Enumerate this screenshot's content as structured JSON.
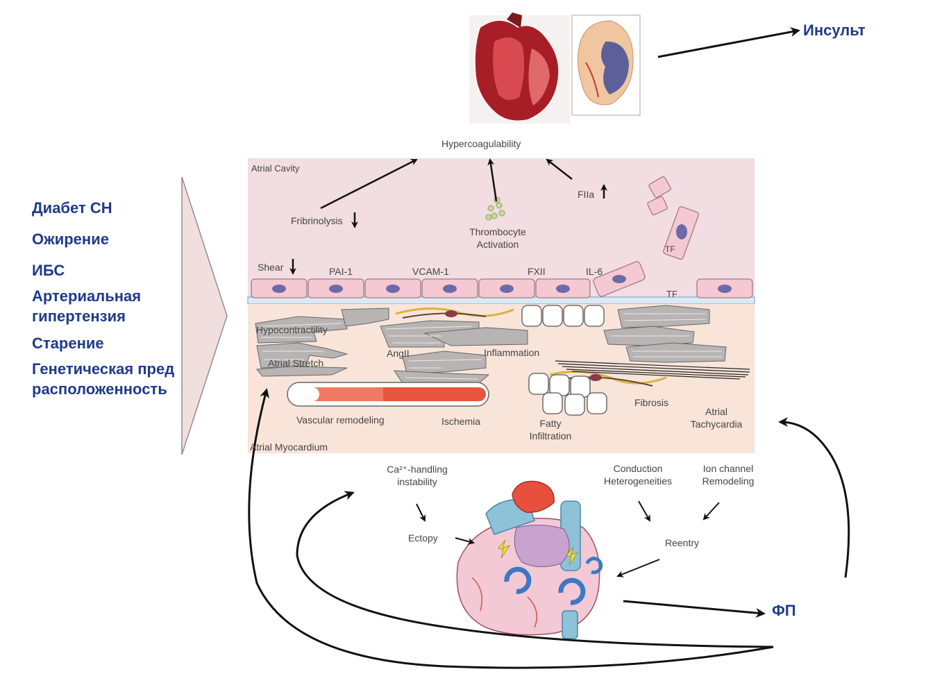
{
  "outcomes": {
    "stroke": "Инсульт",
    "af": "ФП"
  },
  "risk_factors": [
    "Диабет СН",
    "Ожирение",
    "ИБС",
    "Артериальная гипертензия",
    "Старение",
    "Генетическая предрасположенность"
  ],
  "cavity": {
    "title": "Atrial Cavity",
    "hypercoagulability": "Hypercoagulability",
    "fibrinolysis": "Fribrinolysis",
    "thrombocyte": [
      "Thrombocyte",
      "Activation"
    ],
    "f2a": "FIIa",
    "tf": "TF"
  },
  "endothelium": {
    "shear": "Shear",
    "pai1": "PAI-1",
    "vcam1": "VCAM-1",
    "fxii": "FXII",
    "il6": "IL-6",
    "tf": "TF"
  },
  "myocardium": {
    "title": "Atrial Myocardium",
    "hypocontractility": "Hypocontractility",
    "stretch": "Atrial Stretch",
    "angii": "AngII",
    "inflammation": "Inflammation",
    "vascular": "Vascular remodeling",
    "ischemia": "Ischemia",
    "fatty": [
      "Fatty",
      "Infiltration"
    ],
    "fibrosis": "Fibrosis",
    "tachy": [
      "Atrial",
      "Tachycardia"
    ]
  },
  "mechanisms": {
    "ca": [
      "Ca²⁺-handling",
      "instability"
    ],
    "conduction": [
      "Conduction",
      "Heterogeneities"
    ],
    "ion": [
      "Ion channel",
      "Remodeling"
    ],
    "ectopy": "Ectopy",
    "reentry": "Reentry"
  },
  "colors": {
    "text_blue": "#1f3a8a",
    "cavity_bg": "#f2dde2",
    "myocardium_bg": "#f8e4d9",
    "arrow_panel": "#f1dedf",
    "cell_fill": "#f4c9d2",
    "nucleus": "#6c6aa8"
  }
}
